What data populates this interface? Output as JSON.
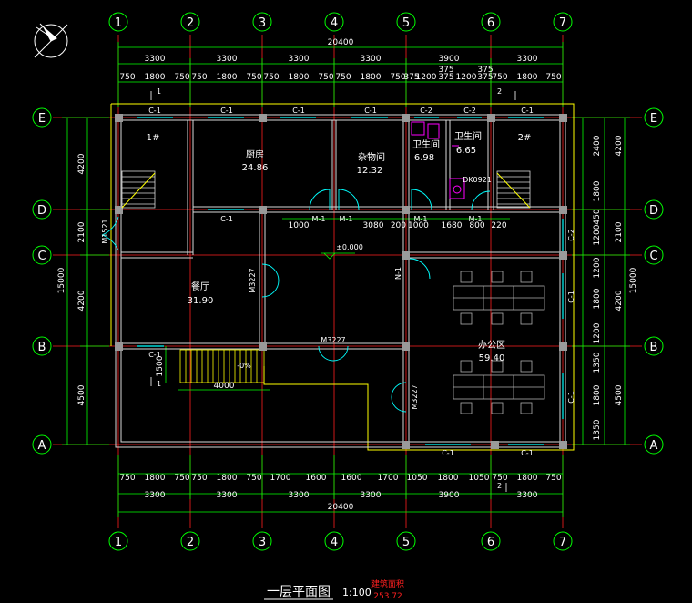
{
  "drawing": {
    "title": "一层平面图",
    "scale": "1:100",
    "area_label": "建筑面积",
    "area_value": "253.72"
  },
  "colors": {
    "background": "#000000",
    "wall": "#d8d8d8",
    "axis": "#ff2020",
    "dimension": "#00ff00",
    "window": "#00ffff",
    "door": "#00ffff",
    "column": "#9a9a9a",
    "outline": "#ffff00",
    "fixture": "#ff00ff",
    "furniture": "#b0b0b0",
    "title_text": "#ffffff",
    "area_text": "#ff2020"
  },
  "grid": {
    "vertical_labels": [
      "1",
      "2",
      "3",
      "4",
      "5",
      "6",
      "7"
    ],
    "horizontal_labels": [
      "E",
      "D",
      "C",
      "B",
      "A"
    ]
  },
  "dims": {
    "top_overall": "20400",
    "top_bays": [
      "3300",
      "3300",
      "3300",
      "3300",
      "3900",
      "3300"
    ],
    "top_detail": [
      "750",
      "1800",
      "750",
      "750",
      "1800",
      "750",
      "750",
      "1800",
      "750",
      "750",
      "1800",
      "750",
      "375",
      "1200",
      "375",
      "1200",
      "375",
      "750",
      "1800",
      "750"
    ],
    "top_small": [
      "375",
      "375"
    ],
    "bottom_detail": [
      "750",
      "1800",
      "750",
      "750",
      "1800",
      "750",
      "1700",
      "1600",
      "1600",
      "1700",
      "1050",
      "1800",
      "1050",
      "750",
      "1800",
      "750"
    ],
    "bottom_bays": [
      "3300",
      "3300",
      "3300",
      "3300",
      "3900",
      "3300"
    ],
    "bottom_overall": "20400",
    "left_overall": "15000",
    "left_bays": [
      "4200",
      "2100",
      "4200",
      "4500"
    ],
    "right_overall": "15000",
    "right_bays": [
      "4200",
      "2100",
      "4200",
      "4500"
    ],
    "right_detail": [
      "2400",
      "1800",
      "450",
      "1200",
      "1200",
      "1800",
      "1200",
      "1350",
      "1800",
      "1350"
    ],
    "interior": [
      "1000",
      "3080",
      "200",
      "1000",
      "1680",
      "800",
      "220",
      "1500",
      "4000"
    ]
  },
  "rooms": [
    {
      "name": "1#",
      "area": ""
    },
    {
      "name": "厨房",
      "area": "24.86"
    },
    {
      "name": "杂物间",
      "area": "12.32"
    },
    {
      "name": "卫生间",
      "area": "6.98"
    },
    {
      "name": "卫生间",
      "area": "6.65"
    },
    {
      "name": "2#",
      "area": ""
    },
    {
      "name": "餐厅",
      "area": "31.90"
    },
    {
      "name": "办公区",
      "area": "59.40"
    }
  ],
  "openings": {
    "windows": [
      "C-1",
      "C-1",
      "C-1",
      "C-1",
      "C-2",
      "C-2",
      "C-1",
      "C-1",
      "C-1",
      "C-1",
      "C-1",
      "C-2",
      "C-1",
      "C-1"
    ],
    "doors": [
      "M-1",
      "M-1",
      "M-1",
      "M-1",
      "M1521",
      "M3227",
      "M3227",
      "M3227"
    ],
    "n1_label": "N-1",
    "dk_label": "DK0921"
  },
  "levels": {
    "floor": "±0.000",
    "ramp": "-0%"
  },
  "markers": [
    "1",
    "2",
    "1",
    "2"
  ]
}
